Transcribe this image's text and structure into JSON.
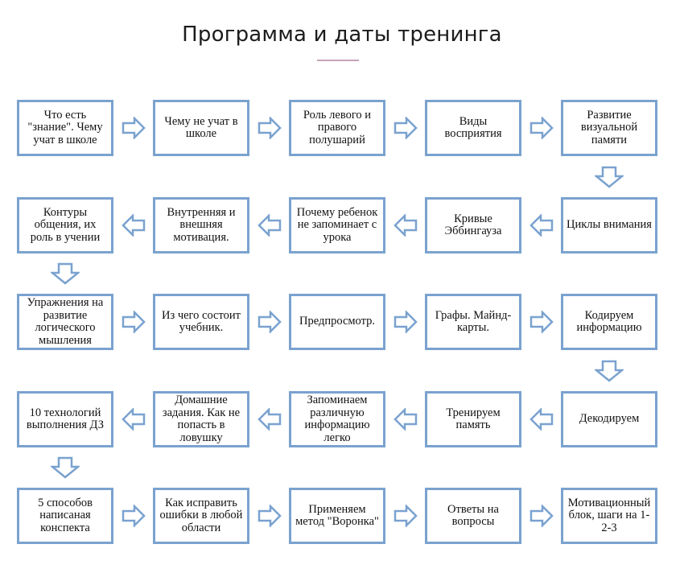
{
  "title": "Программа и даты тренинга",
  "colors": {
    "box_border": "#7aa2cf",
    "arrow_stroke": "#7aa2cf",
    "title_underline": "#c7a3b8"
  },
  "rows": [
    {
      "direction": "right",
      "steps": [
        "Что есть \"знание\". Чему учат в школе",
        "Чему не учат в школе",
        "Роль левого и правого полушарий",
        "Виды восприятия",
        "Развитие визуальной памяти"
      ]
    },
    {
      "direction": "left",
      "steps": [
        "Контуры общения, их роль в учении",
        "Внутренняя и внешняя мотивация.",
        "Почему ребенок не запоминает с урока",
        "Кривые Эббингауза",
        "Циклы внимания"
      ]
    },
    {
      "direction": "right",
      "steps": [
        "Упражнения на развитие логического мышления",
        "Из чего состоит учебник.",
        "Предпросмотр.",
        "Графы. Майнд-карты.",
        "Кодируем информацию"
      ]
    },
    {
      "direction": "left",
      "steps": [
        "10 технологий выполнения ДЗ",
        "Домашние задания. Как не попасть в ловушку",
        "Запоминаем различную информацию легко",
        "Тренируем память",
        "Декодируем"
      ]
    },
    {
      "direction": "right",
      "steps": [
        "5 способов написаная конспекта",
        "Как исправить ошибки в любой области",
        "Применяем метод \"Воронка\"",
        "Ответы на вопросы",
        "Мотивационный блок, шаги на 1-2-3"
      ]
    }
  ],
  "down_arrows": [
    {
      "after_row": 0,
      "column": 4
    },
    {
      "after_row": 1,
      "column": 0
    },
    {
      "after_row": 2,
      "column": 4
    },
    {
      "after_row": 3,
      "column": 0
    }
  ]
}
